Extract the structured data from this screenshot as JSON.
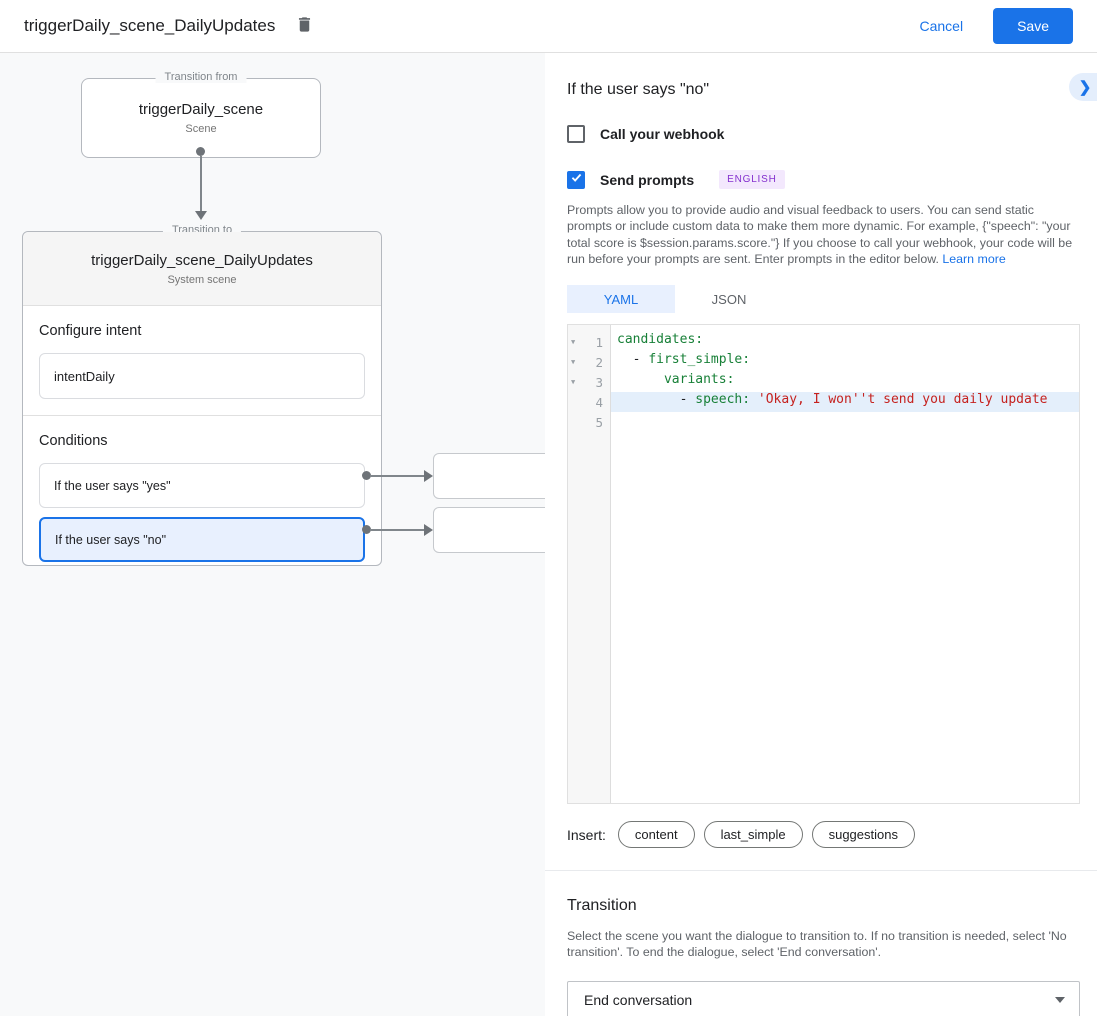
{
  "header": {
    "title": "triggerDaily_scene_DailyUpdates",
    "cancel_label": "Cancel",
    "save_label": "Save"
  },
  "canvas": {
    "from_box": {
      "legend": "Transition from",
      "title": "triggerDaily_scene",
      "subtitle": "Scene"
    },
    "to_box": {
      "legend": "Transition to",
      "title": "triggerDaily_scene_DailyUpdates",
      "subtitle": "System scene",
      "configure_intent_label": "Configure intent",
      "intent_value": "intentDaily",
      "conditions_label": "Conditions",
      "conditions": [
        {
          "label": "If the user says \"yes\"",
          "selected": false
        },
        {
          "label": "If the user says \"no\"",
          "selected": true
        }
      ]
    }
  },
  "panel": {
    "title": "If the user says \"no\"",
    "webhook_label": "Call your webhook",
    "send_prompts_label": "Send prompts",
    "language_badge": "ENGLISH",
    "description": "Prompts allow you to provide audio and visual feedback to users. You can send static prompts or include custom data to make them more dynamic. For example, {\"speech\": \"your total score is $session.params.score.\"} If you choose to call your webhook, your code will be run before your prompts are sent. Enter prompts in the editor below.",
    "learn_more_label": "Learn more",
    "tabs": [
      {
        "label": "YAML",
        "active": true
      },
      {
        "label": "JSON",
        "active": false
      }
    ],
    "editor": {
      "gutter": [
        {
          "fold": "▼",
          "num": "1"
        },
        {
          "fold": "▼",
          "num": "2"
        },
        {
          "fold": "▼",
          "num": "3"
        },
        {
          "fold": "",
          "num": "4"
        },
        {
          "fold": "",
          "num": "5"
        }
      ],
      "lines": [
        {
          "pre": "",
          "key": "candidates:",
          "str": ""
        },
        {
          "pre": "  - ",
          "key": "first_simple:",
          "str": ""
        },
        {
          "pre": "      ",
          "key": "variants:",
          "str": ""
        },
        {
          "pre": "        - ",
          "key": "speech:",
          "str": " 'Okay, I won''t send you daily update"
        },
        {
          "pre": "",
          "key": "",
          "str": ""
        }
      ]
    },
    "insert_label": "Insert:",
    "insert_chips": [
      "content",
      "last_simple",
      "suggestions"
    ],
    "transition": {
      "title": "Transition",
      "description": "Select the scene you want the dialogue to transition to. If no transition is needed, select 'No transition'. To end the dialogue, select 'End conversation'.",
      "selected_value": "End conversation"
    }
  },
  "colors": {
    "accent": "#1a73e8",
    "selected_condition_bg": "#e8f0fe",
    "canvas_bg": "#f8f9fa",
    "badge_bg": "#f3e8fd",
    "badge_text": "#8430ce",
    "code_key": "#188038",
    "code_string": "#c5221f",
    "code_line_highlight": "#e4effb"
  }
}
